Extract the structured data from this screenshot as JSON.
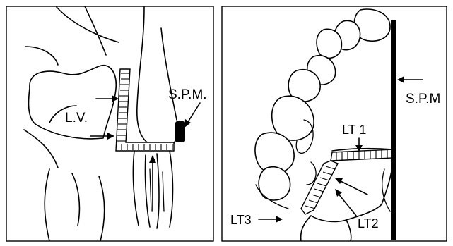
{
  "labels": {
    "lateral_view_lv": "L.V.",
    "lateral_view_spm": "S.P.M.",
    "occlusal_view_spm": "S.P.M",
    "lt1": "LT 1",
    "lt2": "LT2",
    "lt3": "LT3"
  },
  "colors": {
    "ink": "#000000",
    "paper": "#ffffff"
  }
}
